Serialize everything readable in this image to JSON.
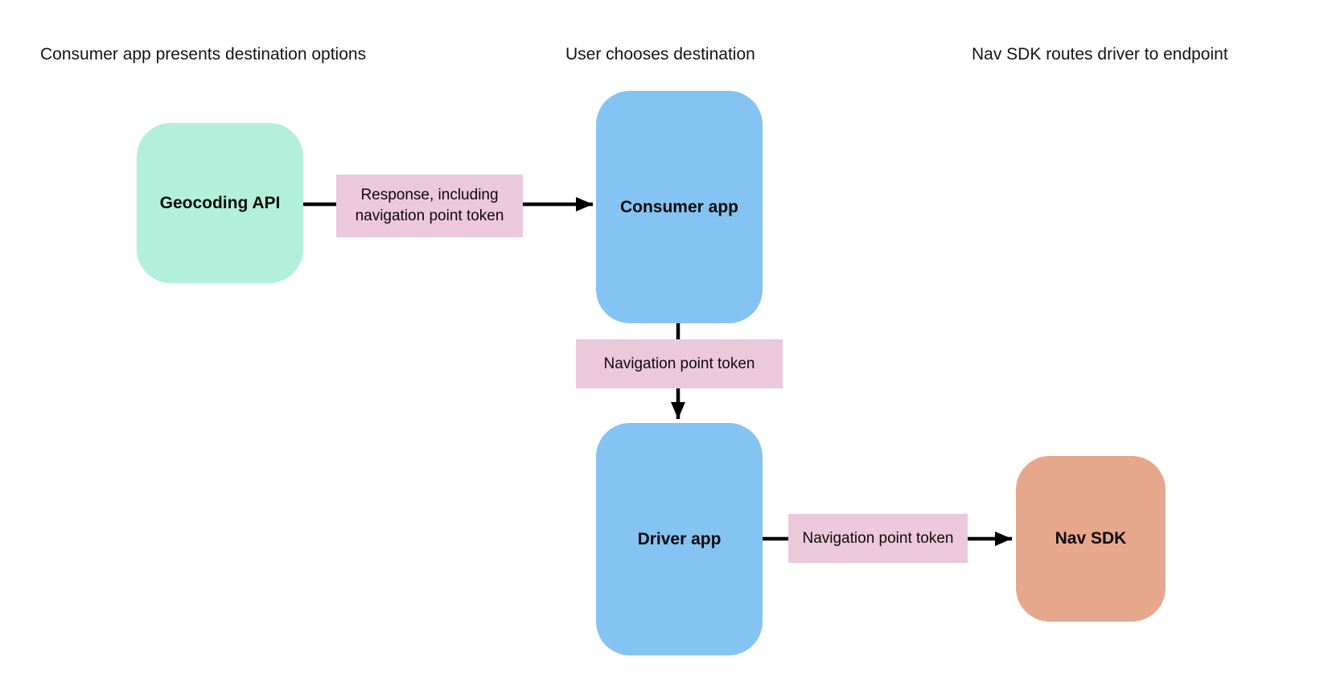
{
  "diagram": {
    "headings": [
      {
        "text": "Consumer app presents destination options"
      },
      {
        "text": "User chooses destination"
      },
      {
        "text": "Nav SDK routes driver to endpoint"
      }
    ],
    "nodes": [
      {
        "id": "geocoding-api",
        "label": "Geocoding API",
        "color": "#b2f0dc"
      },
      {
        "id": "consumer-app",
        "label": "Consumer app",
        "color": "#85c3f2"
      },
      {
        "id": "driver-app",
        "label": "Driver app",
        "color": "#85c3f2"
      },
      {
        "id": "nav-sdk",
        "label": "Nav SDK",
        "color": "#e7a78c"
      }
    ],
    "edges": [
      {
        "from": "geocoding-api",
        "to": "consumer-app",
        "label": "Response, including navigation point token"
      },
      {
        "from": "consumer-app",
        "to": "driver-app",
        "label": "Navigation point token"
      },
      {
        "from": "driver-app",
        "to": "nav-sdk",
        "label": "Navigation point token"
      }
    ],
    "colors": {
      "edge_label_bg": "#ecc8dc",
      "arrow": "#000000",
      "background": "#ffffff"
    }
  }
}
